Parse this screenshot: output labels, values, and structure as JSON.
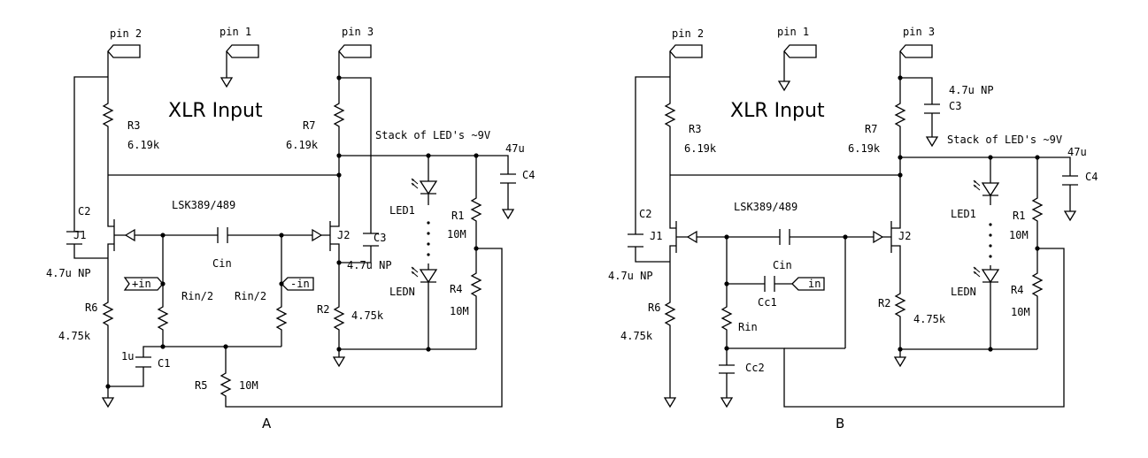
{
  "panels": [
    {
      "id": "A",
      "label": "A",
      "title": "XLR Input",
      "pins": [
        "pin 2",
        "pin 1",
        "pin 3"
      ],
      "jfet_part": "LSK389/489",
      "led_stack": "Stack of LED's ~9V",
      "components": {
        "R3": [
          "R3",
          "6.19k"
        ],
        "R7": [
          "R7",
          "6.19k"
        ],
        "R6": [
          "R6",
          "4.75k"
        ],
        "R2": [
          "R2",
          "4.75k"
        ],
        "R1": [
          "R1",
          "10M"
        ],
        "R4": [
          "R4",
          "10M"
        ],
        "R5": [
          "R5",
          "10M"
        ],
        "C1": [
          "C1",
          "1u"
        ],
        "C2": [
          "C2",
          "4.7u NP"
        ],
        "C3": [
          "C3",
          "4.7u NP"
        ],
        "C4": [
          "C4",
          "47u"
        ],
        "Cin": [
          "Cin"
        ],
        "Rin_left": [
          "Rin/2"
        ],
        "Rin_right": [
          "Rin/2"
        ],
        "J1": [
          "J1"
        ],
        "J2": [
          "J2"
        ],
        "LED1": [
          "LED1"
        ],
        "LEDN": [
          "LEDN"
        ]
      },
      "ports": [
        "+in",
        "-in"
      ]
    },
    {
      "id": "B",
      "label": "B",
      "title": "XLR Input",
      "pins": [
        "pin 2",
        "pin 1",
        "pin 3"
      ],
      "jfet_part": "LSK389/489",
      "led_stack": "Stack of LED's ~9V",
      "components": {
        "R3": [
          "R3",
          "6.19k"
        ],
        "R7": [
          "R7",
          "6.19k"
        ],
        "R6": [
          "R6",
          "4.75k"
        ],
        "R2": [
          "R2",
          "4.75k"
        ],
        "R1": [
          "R1",
          "10M"
        ],
        "R4": [
          "R4",
          "10M"
        ],
        "Rin": [
          "Rin"
        ],
        "Cc1": [
          "Cc1"
        ],
        "Cc2": [
          "Cc2"
        ],
        "C2": [
          "C2",
          "4.7u NP"
        ],
        "C3": [
          "C3",
          "4.7u NP"
        ],
        "C4": [
          "C4",
          "47u"
        ],
        "Cin": [
          "Cin"
        ],
        "J1": [
          "J1"
        ],
        "J2": [
          "J2"
        ],
        "LED1": [
          "LED1"
        ],
        "LEDN": [
          "LEDN"
        ]
      },
      "ports": [
        "in"
      ]
    }
  ]
}
